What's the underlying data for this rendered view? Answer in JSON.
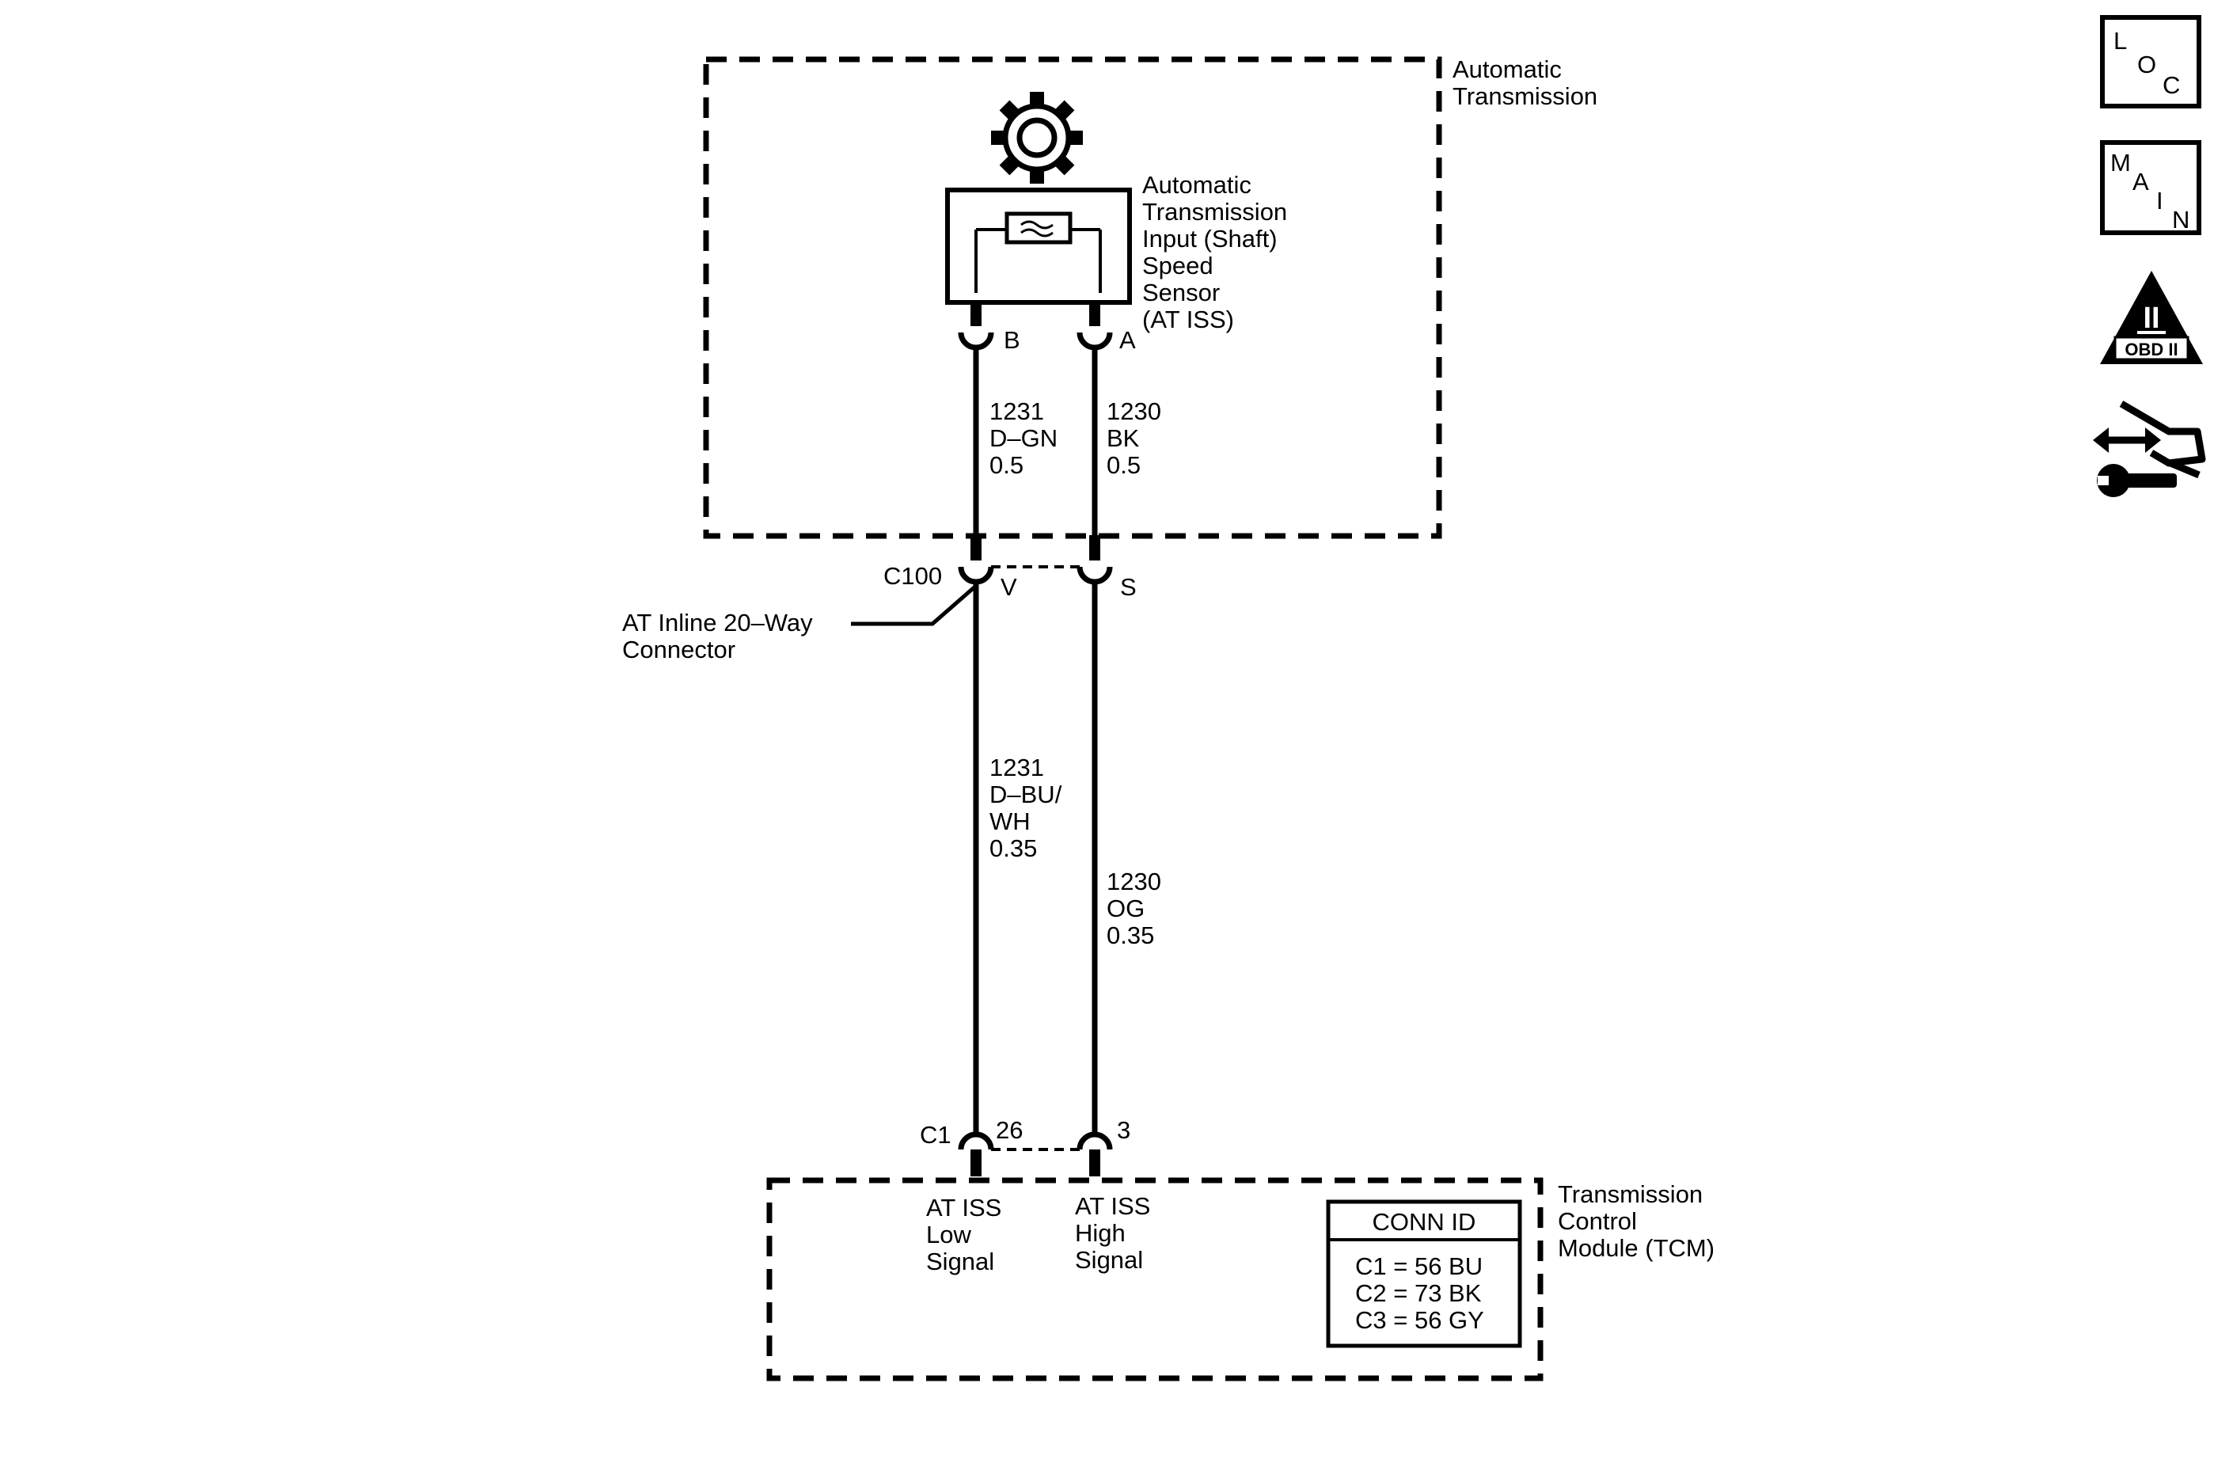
{
  "components": {
    "transmission_label": [
      "Automatic",
      "Transmission"
    ],
    "sensor_label": [
      "Automatic",
      "Transmission",
      "Input (Shaft)",
      "Speed",
      "Sensor",
      "(AT ISS)"
    ],
    "tcm_label": [
      "Transmission",
      "Control",
      "Module (TCM)"
    ]
  },
  "sensor_pins": {
    "left": "B",
    "right": "A"
  },
  "wires_upper": {
    "left": [
      "1231",
      "D–GN",
      "0.5"
    ],
    "right": [
      "1230",
      "BK",
      "0.5"
    ]
  },
  "inline_connector": {
    "id": "C100",
    "pin_left": "V",
    "pin_right": "S",
    "label": [
      "AT Inline 20–Way",
      "Connector"
    ]
  },
  "wires_lower": {
    "left": [
      "1231",
      "D–BU/",
      "WH",
      "0.35"
    ],
    "right": [
      "1230",
      "OG",
      "0.35"
    ]
  },
  "tcm_connector": {
    "id": "C1",
    "pin_left": "26",
    "pin_right": "3"
  },
  "tcm_signals": {
    "left": [
      "AT ISS",
      "Low",
      "Signal"
    ],
    "right": [
      "AT ISS",
      "High",
      "Signal"
    ]
  },
  "conn_id_table": {
    "header": "CONN ID",
    "rows": [
      "C1 = 56 BU",
      "C2 = 73 BK",
      "C3 = 56 GY"
    ]
  },
  "sidebar_icons": [
    {
      "name": "loc-icon",
      "letters": [
        "L",
        "O",
        "C"
      ]
    },
    {
      "name": "main-icon",
      "letters": [
        "M",
        "A",
        "I",
        "N"
      ]
    },
    {
      "name": "obd-ii-icon",
      "symbol": "II",
      "text": "OBD II"
    },
    {
      "name": "connector-tool-icon"
    }
  ]
}
